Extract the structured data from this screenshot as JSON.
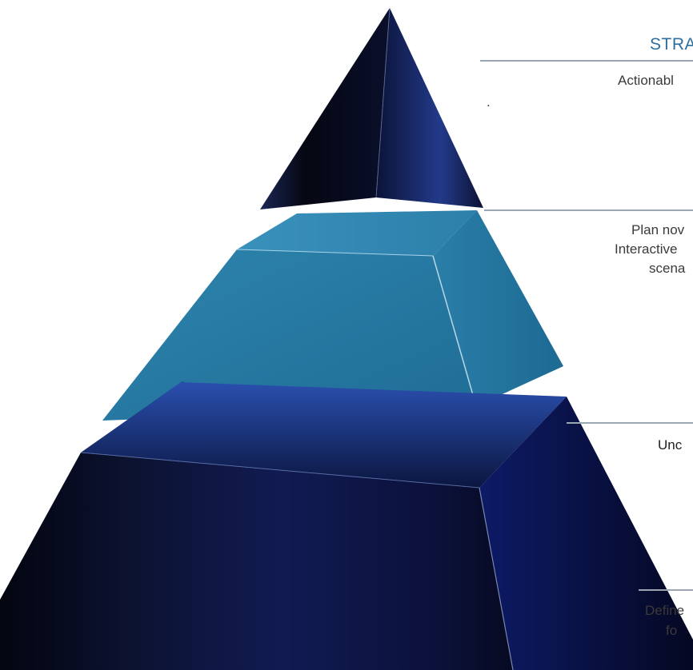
{
  "annotations": {
    "top_heading": "STRAT",
    "top_line": "Actionabl",
    "top_dot": ".",
    "middle_line_1": "Plan nov",
    "middle_line_2": "Interactive",
    "middle_line_3": "scena",
    "lower_line": "Unc",
    "bottom_line_1": "Define",
    "bottom_line_2": "fo"
  },
  "colors": {
    "tier_top": "#0b0f2c",
    "tier_middle": "#2b7fa8",
    "tier_bottom": "#0a0d2a",
    "heading": "#2c6e9e",
    "rule": "#9aa6b3"
  }
}
